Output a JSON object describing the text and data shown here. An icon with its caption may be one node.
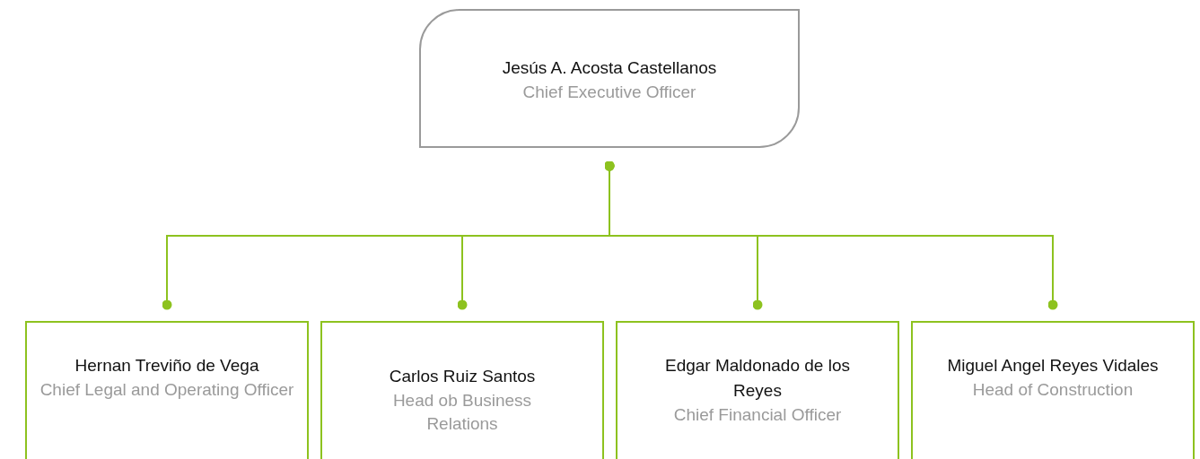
{
  "diagram": {
    "nodes": [
      {
        "text": [
          "Jesús A. Acosta Castellanos",
          "Chief Executive Officer"
        ]
      },
      {
        "text": [
          "Hernan Treviño de Vega",
          "Chief Legal and Operating Officer"
        ]
      },
      {
        "text": [
          "Carlos Ruiz Santos",
          "Head ob Business Relations"
        ]
      },
      {
        "text": [
          "Edgar Maldonado de los Reyes",
          "Chief Financial Officer"
        ]
      },
      {
        "text": [
          "Miguel Angel Reyes Vidales",
          "Head of Construction"
        ]
      }
    ],
    "edges": [
      {
        "from": 0,
        "to": 1,
        "arrow": "other"
      },
      {
        "from": 0,
        "to": 2,
        "arrow": "other"
      },
      {
        "from": 0,
        "to": 3,
        "arrow": "other"
      },
      {
        "from": 0,
        "to": 4,
        "arrow": "other"
      }
    ]
  }
}
